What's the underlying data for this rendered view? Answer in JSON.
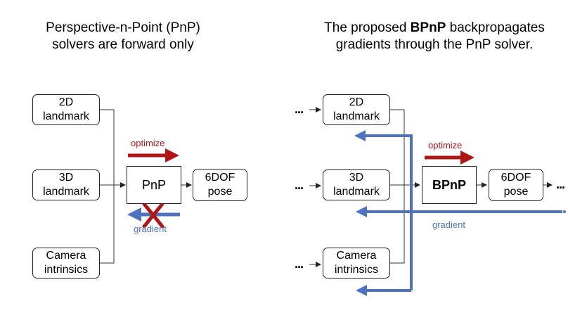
{
  "left_panel": {
    "title_line1": "Perspective-n-Point (PnP)",
    "title_line2": "solvers are forward only",
    "box_2d": [
      "2D",
      "landmark"
    ],
    "box_3d": [
      "3D",
      "landmark"
    ],
    "box_cam": [
      "Camera",
      "intrinsics"
    ],
    "solver_label": "PnP",
    "output": [
      "6DOF",
      "pose"
    ],
    "optimize_label": "optimize",
    "gradient_label": "gradient"
  },
  "right_panel": {
    "title_line1_pre": "The proposed ",
    "title_line1_bold": "BPnP",
    "title_line1_post": " backpropagates",
    "title_line2": "gradients through the PnP solver.",
    "box_2d": [
      "2D",
      "landmark"
    ],
    "box_3d": [
      "3D",
      "landmark"
    ],
    "box_cam": [
      "Camera",
      "intrinsics"
    ],
    "solver_label": "BPnP",
    "output": [
      "6DOF",
      "pose"
    ],
    "optimize_label": "optimize",
    "gradient_label": "gradient",
    "ellipsis": "..."
  },
  "colors": {
    "optimize": "#b01616",
    "gradient": "#4f72c0",
    "cross": "#b01616"
  }
}
